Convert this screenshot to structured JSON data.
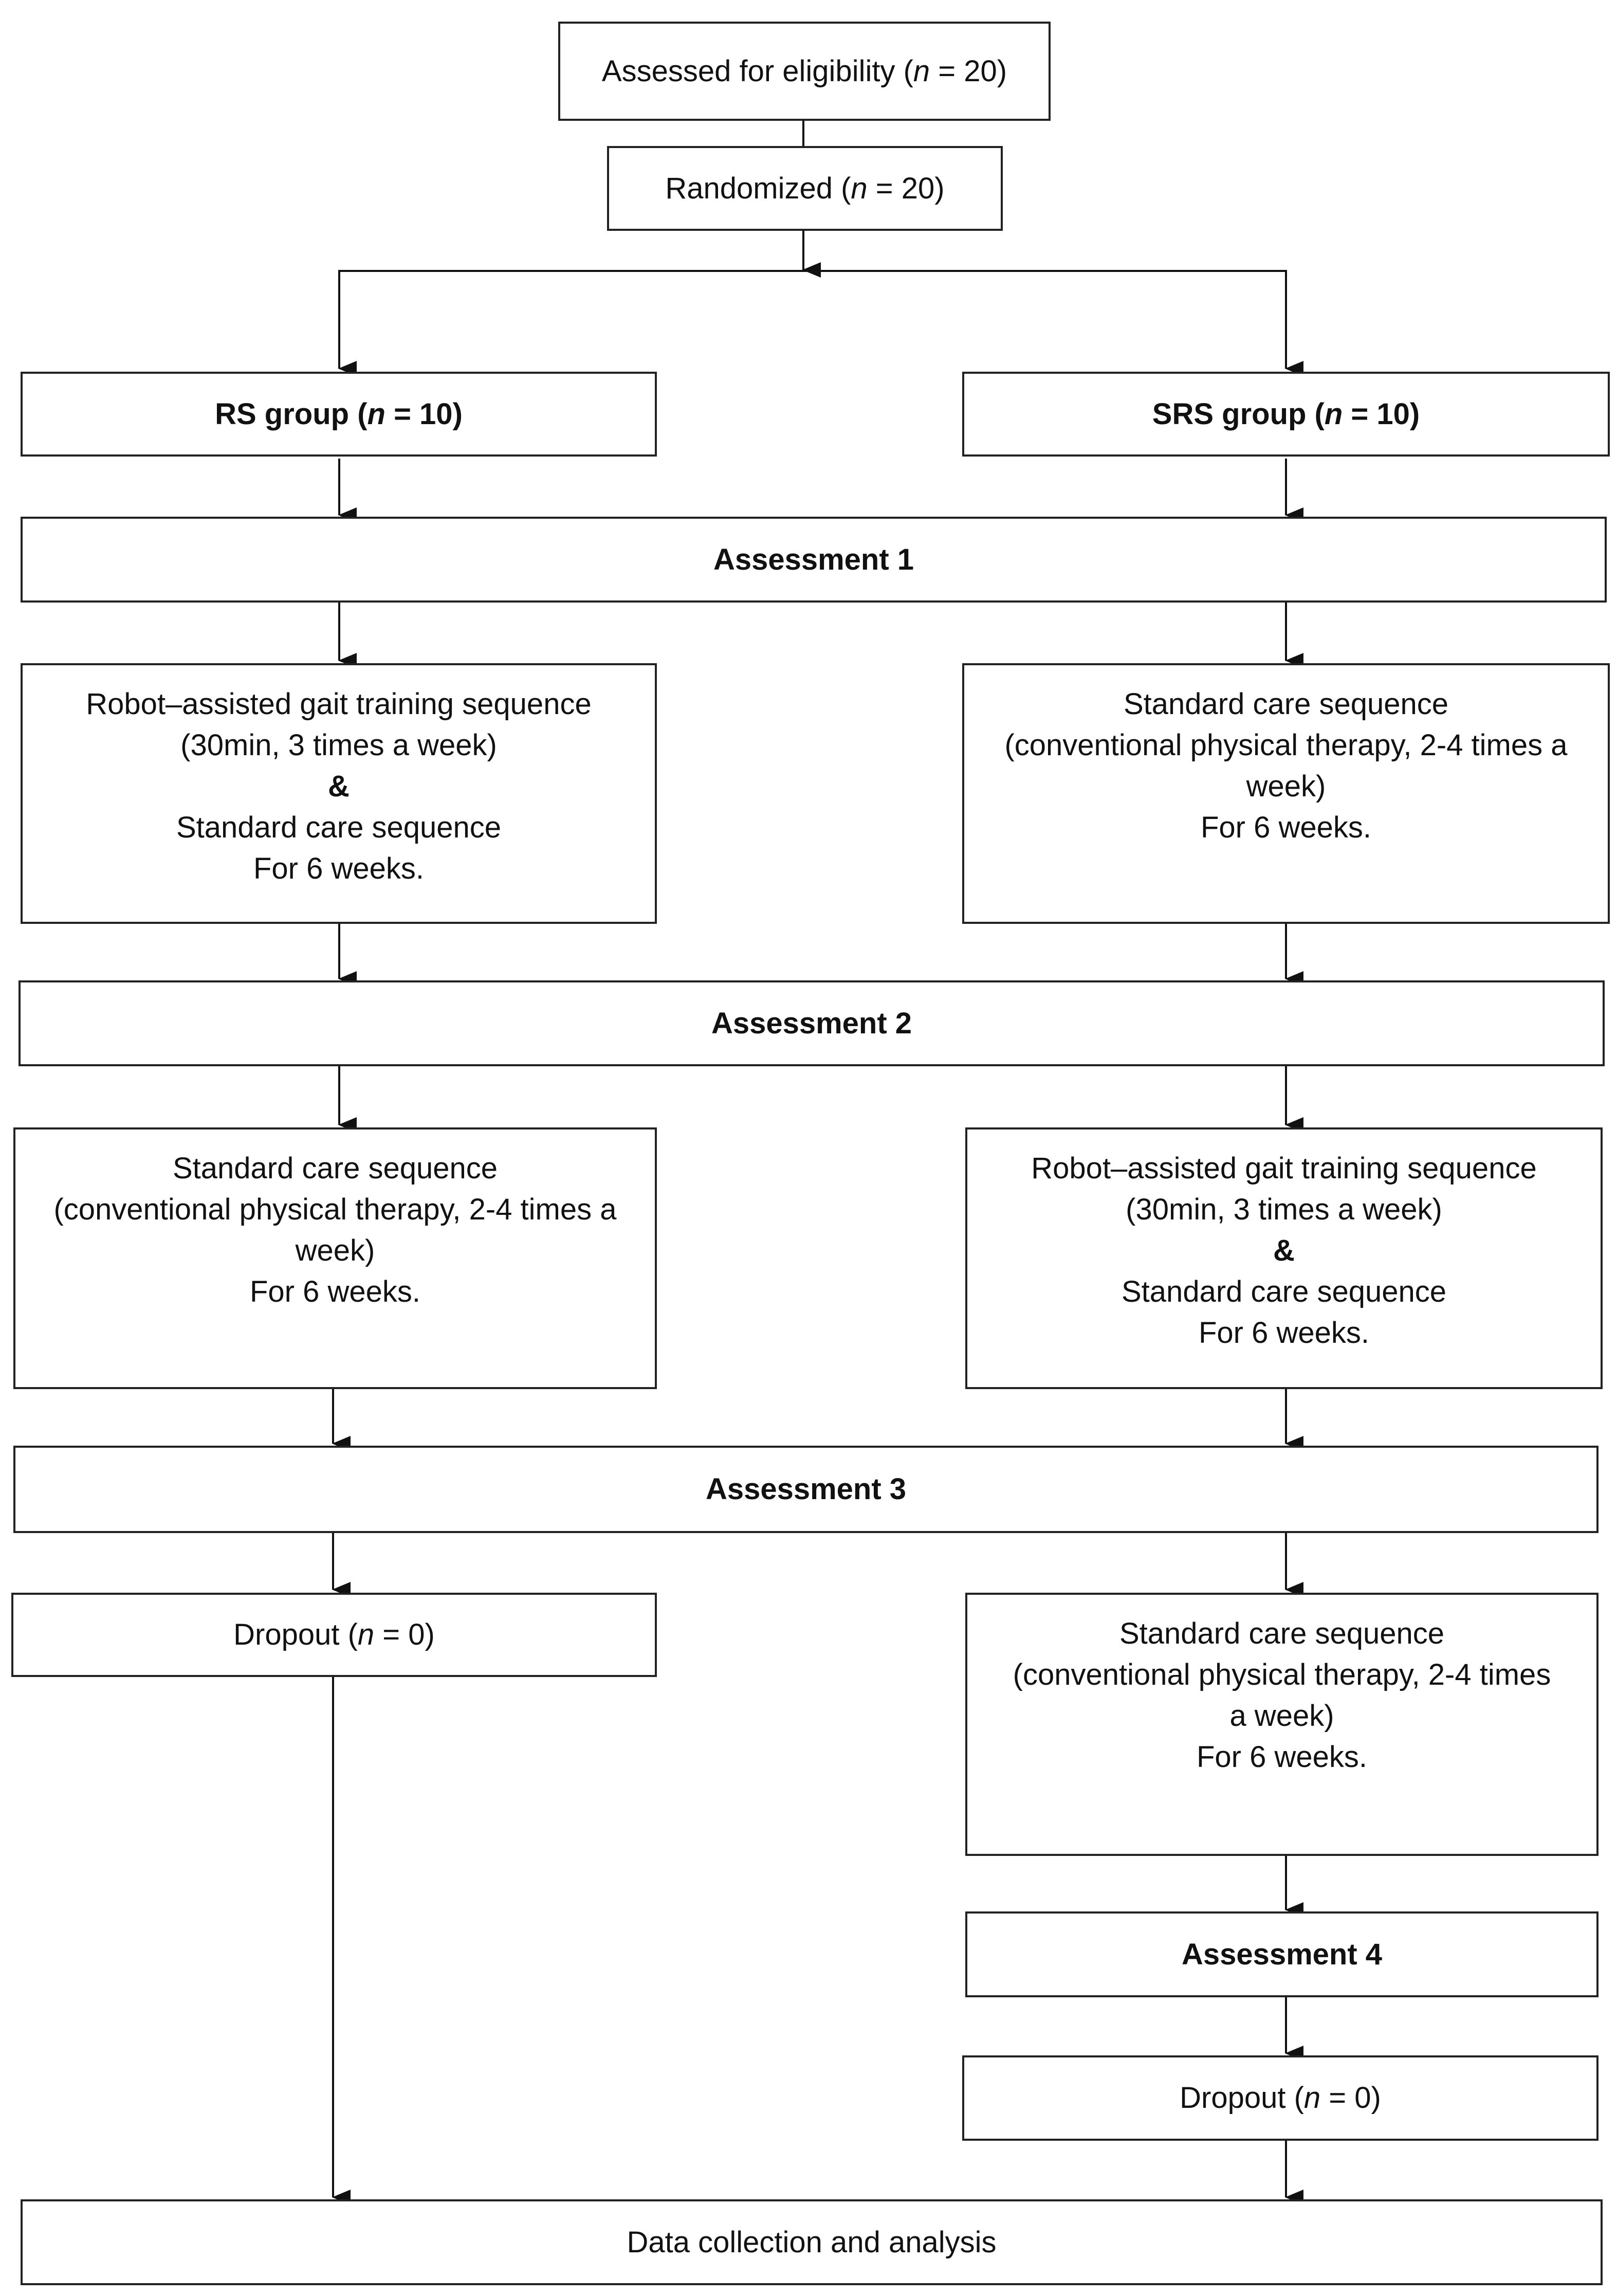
{
  "eligibility": {
    "pre": "Assessed for eligibility (",
    "n": "n",
    "post": " = 20)"
  },
  "randomized": {
    "pre": "Randomized (",
    "n": "n",
    "post": " = 20)"
  },
  "rs_group": {
    "pre": "RS group (",
    "n": "n",
    "post": " = 10)"
  },
  "srs_group": {
    "pre": "SRS group (",
    "n": "n",
    "post": " = 10)"
  },
  "assessment1": "Assessment 1",
  "assessment2": "Assessment 2",
  "assessment3": "Assessment 3",
  "assessment4": "Assessment 4",
  "rs_phase1": {
    "l1": "Robot–assisted gait training sequence",
    "l2": "(30min, 3 times a week)",
    "amp": "&",
    "l3": "Standard care sequence",
    "l4": "For 6 weeks."
  },
  "srs_phase1": {
    "l1": "Standard care sequence",
    "l2": "(conventional physical therapy, 2-4 times a",
    "l3": "week)",
    "l4": "For 6 weeks."
  },
  "rs_phase2": {
    "l1": "Standard care sequence",
    "l2": "(conventional physical therapy, 2-4 times a",
    "l3": "week)",
    "l4": "For 6 weeks."
  },
  "srs_phase2": {
    "l1": "Robot–assisted gait training sequence",
    "l2": "(30min, 3 times a week)",
    "amp": "&",
    "l3": "Standard care sequence",
    "l4": "For 6 weeks."
  },
  "rs_dropout": {
    "pre": "Dropout (",
    "n": "n",
    "post": " = 0)"
  },
  "srs_phase3": {
    "l1": "Standard care sequence",
    "l2": "(conventional physical therapy, 2-4 times",
    "l3": "a week)",
    "l4": "For 6 weeks."
  },
  "srs_dropout": {
    "pre": "Dropout (",
    "n": "n",
    "post": " = 0)"
  },
  "final": "Data collection and analysis"
}
